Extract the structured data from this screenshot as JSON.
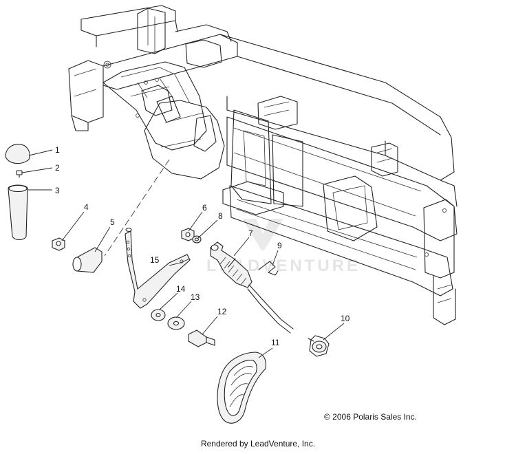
{
  "diagram": {
    "callouts": [
      {
        "id": "callout-1",
        "label": "1"
      },
      {
        "id": "callout-2",
        "label": "2"
      },
      {
        "id": "callout-3",
        "label": "3"
      },
      {
        "id": "callout-4",
        "label": "4"
      },
      {
        "id": "callout-5",
        "label": "5"
      },
      {
        "id": "callout-6",
        "label": "6"
      },
      {
        "id": "callout-7",
        "label": "7"
      },
      {
        "id": "callout-8",
        "label": "8"
      },
      {
        "id": "callout-9",
        "label": "9"
      },
      {
        "id": "callout-10",
        "label": "10"
      },
      {
        "id": "callout-11",
        "label": "11"
      },
      {
        "id": "callout-12",
        "label": "12"
      },
      {
        "id": "callout-13",
        "label": "13"
      },
      {
        "id": "callout-14",
        "label": "14"
      },
      {
        "id": "callout-15",
        "label": "15"
      }
    ],
    "copyright": "© 2006 Polaris Sales Inc.",
    "watermark": "LEADVENTURE",
    "footer": "Rendered by LeadVenture, Inc."
  }
}
